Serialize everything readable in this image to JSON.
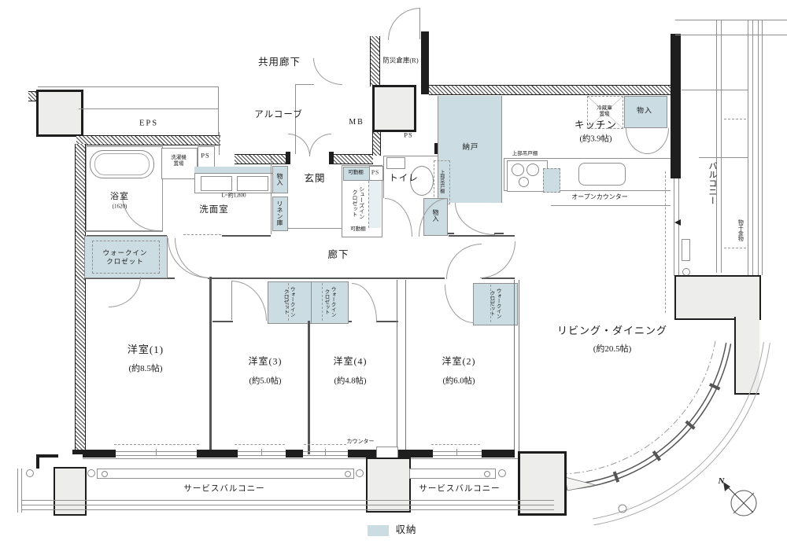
{
  "colors": {
    "storage_fill": "#cbdce2",
    "concrete_fill": "#ededec",
    "wall": "#1e1e1e"
  },
  "legend": {
    "swatch_meaning": "収納"
  },
  "compass": {
    "north_label": "N"
  },
  "labels": {
    "common_corridor": "共用廊下",
    "alcove": "アルコーブ",
    "eps": "EPS",
    "mb": "MB",
    "ps": "PS",
    "disaster_storage": "防災倉庫(R)",
    "storage_room": "納戸",
    "entrance": "玄関",
    "toilet": "トイレ",
    "corridor": "廊下",
    "monoire": "物入",
    "linen": "リネン庫",
    "kadodana": "可動棚",
    "sic_l1": "シューズイン",
    "sic_l2": "クロゼット",
    "upper_cabinet": "上部吊戸棚",
    "washer_l1": "洗濯機",
    "washer_l2": "置場",
    "washroom": "洗面室",
    "vanity_width": "L=約1,800",
    "bathroom": "浴室",
    "bathroom_size": "(1620)",
    "fridge_l1": "冷蔵庫",
    "fridge_l2": "置場",
    "open_counter": "オープンカウンター",
    "counter": "カウンター",
    "balcony": "バルコニー",
    "drying_fixture": "物干金物",
    "service_balcony": "サービスバルコニー",
    "wic_l1": "ウォークイン",
    "wic_l2": "クロゼット"
  },
  "rooms": {
    "kitchen": {
      "name": "キッチン",
      "size": "(約3.9帖)"
    },
    "living_dining": {
      "name": "リビング・ダイニング",
      "size": "(約20.5帖)"
    },
    "western1": {
      "name": "洋室(1)",
      "size": "(約8.5帖)"
    },
    "western2": {
      "name": "洋室(2)",
      "size": "(約6.0帖)"
    },
    "western3": {
      "name": "洋室(3)",
      "size": "(約5.0帖)"
    },
    "western4": {
      "name": "洋室(4)",
      "size": "(約4.8帖)"
    }
  }
}
